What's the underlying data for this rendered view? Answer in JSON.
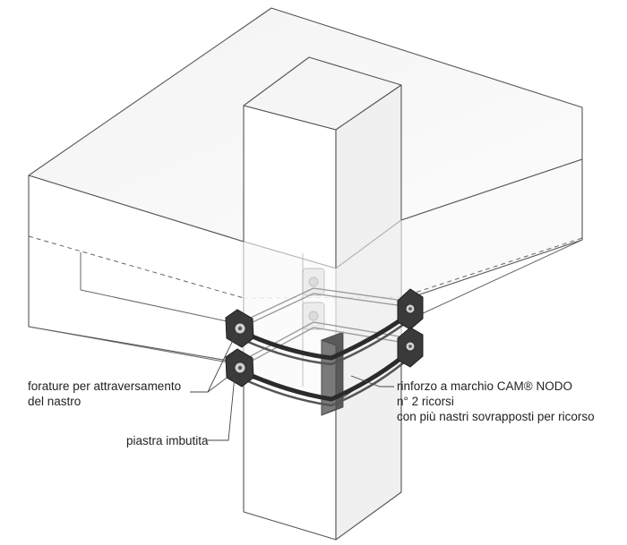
{
  "labels": {
    "forature": [
      "forature per attraversamento",
      "del nastro"
    ],
    "piastra": "piastra imbutita",
    "rinforzo": [
      "rinforzo a marchio CAM® NODO",
      "n° 2 ricorsi",
      "con più nastri sovrapposti per ricorso"
    ]
  },
  "colors": {
    "outline": "#555555",
    "face_light": "#f7f7f7",
    "face_white": "#ffffff",
    "face_mid": "#eeeeee",
    "face_shade": "#e4e4e4",
    "plate": "#3a3a3a",
    "strap": "#2b2b2b",
    "angle": "#5a5a5a"
  }
}
